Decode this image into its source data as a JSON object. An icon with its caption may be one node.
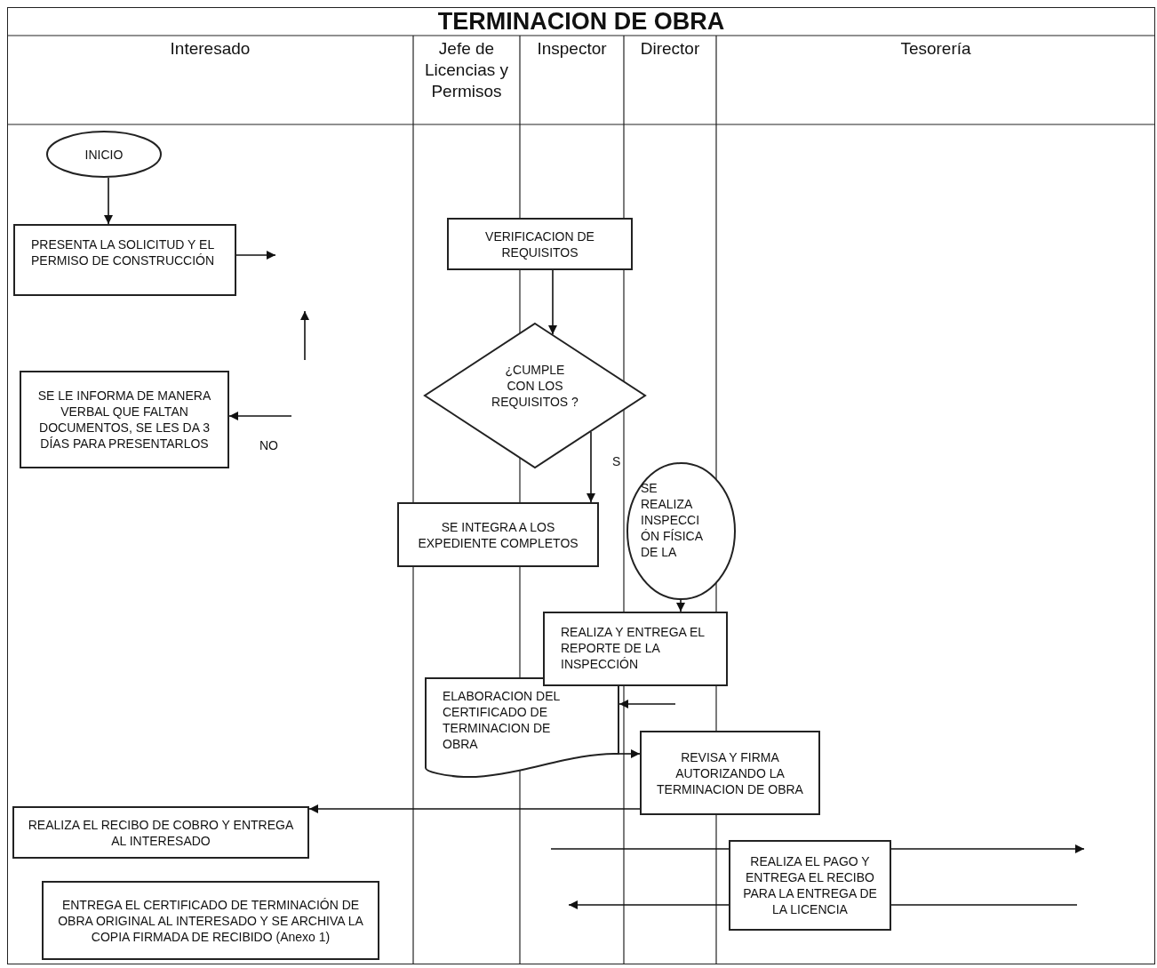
{
  "diagram": {
    "title": "TERMINACION DE OBRA",
    "nodes": [
      {
        "text": [
          "INICIO"
        ]
      },
      {
        "text": [
          "PRESENTA LA SOLICITUD Y EL PERMISO DE CONSTRUCCIÓN"
        ]
      },
      {
        "text": [
          "VERIFICACION DE REQUISITOS"
        ]
      },
      {
        "text": [
          "¿CUMPLE CON LOS REQUISITOS ?"
        ]
      },
      {
        "text": [
          "SE LE INFORMA DE MANERA VERBAL QUE FALTAN DOCUMENTOS, SE LES DA 3 DÍAS PARA PRESENTARLOS"
        ]
      },
      {
        "text": [
          "SE INTEGRA A LOS EXPEDIENTE COMPLETOS"
        ]
      },
      {
        "text": [
          "SE REALIZA INSPECCIÓN FÍSICA DE LA"
        ]
      },
      {
        "text": [
          "REALIZA Y ENTREGA EL REPORTE DE LA INSPECCIÓN"
        ]
      },
      {
        "text": [
          "ELABORACION DEL CERTIFICADO DE TERMINACION DE OBRA"
        ]
      },
      {
        "text": [
          "REVISA Y FIRMA AUTORIZANDO LA TERMINACION DE OBRA"
        ]
      },
      {
        "text": [
          "REALIZA EL RECIBO DE COBRO Y ENTREGA AL INTERESADO"
        ]
      },
      {
        "text": [
          "REALIZA EL PAGO Y ENTREGA EL RECIBO PARA LA ENTREGA DE LA LICENCIA"
        ]
      },
      {
        "text": [
          "ENTREGA EL CERTIFICADO DE TERMINACIÓN DE OBRA ORIGINAL AL INTERESADO Y SE ARCHIVA LA COPIA FIRMADA DE RECIBIDO (Anexo 1)"
        ]
      }
    ],
    "edges": [
      {
        "from": 0,
        "to": 1,
        "arrow": "to"
      },
      {
        "from": 1,
        "to": null,
        "arrow": "to"
      },
      {
        "from": 2,
        "to": 3,
        "arrow": "to"
      },
      {
        "from": null,
        "to": 4,
        "arrow": "to",
        "label": "NO"
      },
      {
        "from": 3,
        "to": 5,
        "arrow": "to"
      },
      {
        "from": 6,
        "to": 7,
        "arrow": "to"
      },
      {
        "from": null,
        "to": 8,
        "arrow": "to"
      },
      {
        "from": 8,
        "to": 9,
        "arrow": "to"
      },
      {
        "from": 9,
        "to": 10,
        "arrow": "to"
      },
      {
        "from": null,
        "to": 11,
        "arrow": "none"
      },
      {
        "from": 11,
        "to": null,
        "arrow": "to"
      },
      {
        "from": null,
        "to": 11,
        "arrow": "none"
      },
      {
        "from": 11,
        "to": null,
        "arrow": "to"
      }
    ],
    "labels": [
      "Interesado",
      "Jefe de Licencias y Permisos",
      "Inspector",
      "Director",
      "Tesorería",
      "S"
    ]
  }
}
